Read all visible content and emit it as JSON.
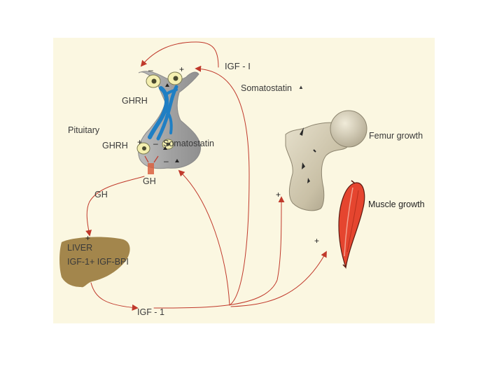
{
  "labels": {
    "igf1_top": "IGF - I",
    "somatostatin_right": "Somatostatin",
    "ghrh_top": "GHRH",
    "pituitary": "Pituitary",
    "ghrh_inner": "GHRH",
    "somatostatin_inner": "Somatostatin",
    "gh_release": "GH",
    "gh_left": "GH",
    "liver": "LIVER",
    "igf_bp": "IGF-1+ IGF-BPI",
    "igf1_bottom": "IGF - 1",
    "femur_growth": "Femur growth",
    "muscle_growth": "Muscle growth"
  },
  "signs": {
    "top_minus": "–",
    "top_plus": "+",
    "inner_plus": "+",
    "inner_minus_a": "–",
    "inner_minus_b": "–",
    "liver_plus": "+",
    "bone_plus": "+",
    "muscle_plus": "+"
  },
  "colors": {
    "panel": "#fbf7e1",
    "arrow": "#c0392b",
    "gland": "#a8a8a8",
    "vessel": "#1f7fc4",
    "liver": "#a3864c",
    "bone": "#cfc7b0",
    "muscle": "#e5452f"
  }
}
